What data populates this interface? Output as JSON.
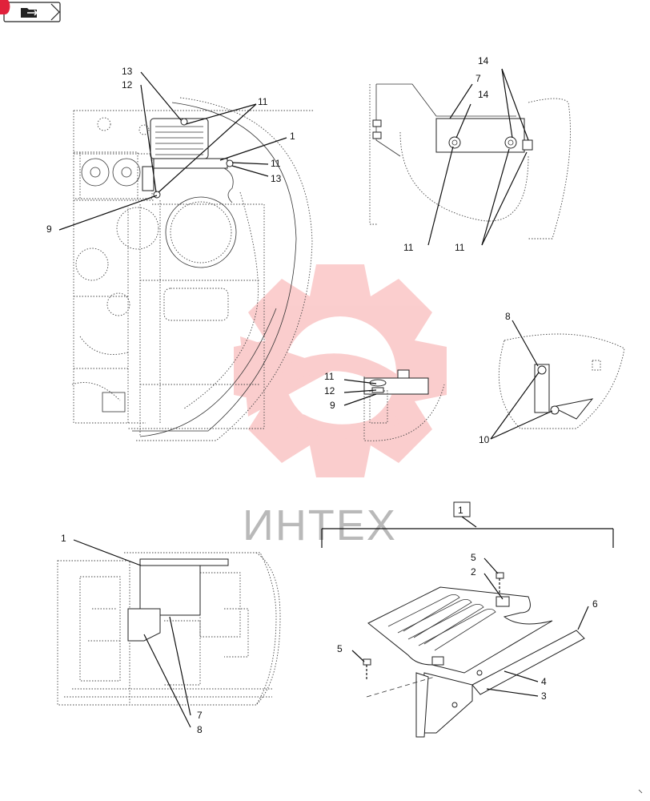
{
  "nav": {
    "icon": "folder-arrow-icon"
  },
  "watermark": {
    "text": "ИНТЕХ",
    "color": "#f27b7b"
  },
  "top_left_view": {
    "callouts": [
      "13",
      "12",
      "11",
      "1",
      "11",
      "13",
      "9"
    ]
  },
  "top_right_view": {
    "callouts": [
      "14",
      "7",
      "14",
      "11",
      "11"
    ]
  },
  "detail_bolt": {
    "callouts": [
      "11",
      "12",
      "9"
    ]
  },
  "detail_pin": {
    "callouts": [
      "8",
      "10"
    ]
  },
  "bottom_left_view": {
    "callouts": [
      "1",
      "7",
      "8"
    ]
  },
  "exploded_view": {
    "assembly_box": "1",
    "callouts": [
      "5",
      "2",
      "6",
      "5",
      "4",
      "3"
    ]
  }
}
